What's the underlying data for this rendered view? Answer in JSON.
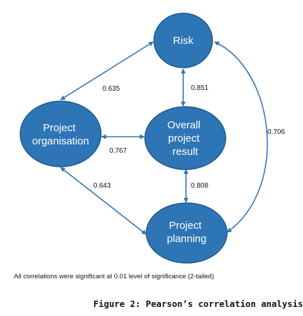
{
  "diagram": {
    "colors": {
      "node_fill": "#2e75b6",
      "node_stroke": "#1f5a8a",
      "edge": "#2e75b6",
      "node_text": "#ffffff"
    },
    "nodes": {
      "risk": [
        "Risk"
      ],
      "organisation": [
        "Project",
        "organisation"
      ],
      "overall": [
        "Overall",
        "project",
        "result"
      ],
      "planning": [
        "Project",
        "planning"
      ]
    },
    "edges": {
      "risk_organisation": "0.635",
      "risk_overall": "0.851",
      "organisation_overall": "0.767",
      "risk_planning": "0.706",
      "organisation_planning": "0.643",
      "overall_planning": "0.808"
    },
    "edge_style": "double-headed arrows"
  },
  "footnote": "All correlations were significant at 0.01 level of significance (2-tailed)",
  "caption": "Figure 2: Pearson’s correlation analysis"
}
